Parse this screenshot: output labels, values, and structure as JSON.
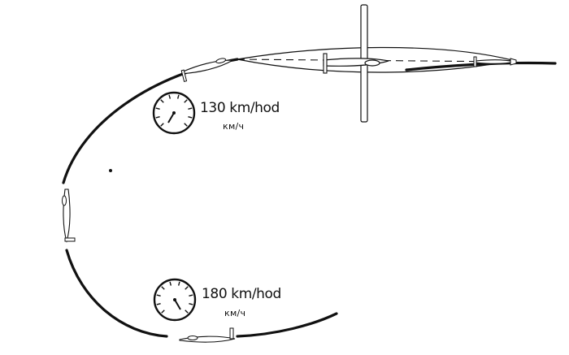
{
  "figure": {
    "label_top_speed": "130 km/hod",
    "label_top_unit": "км/ч",
    "label_bottom_speed": "180 km/hod",
    "label_bottom_unit": "км/ч"
  },
  "icons": {
    "gauge": "speedometer-icon",
    "aircraft": "glider-icon",
    "wing_outline": "wing-planform-icon"
  },
  "colors": {
    "ink": "#111111",
    "paper": "#ffffff"
  }
}
